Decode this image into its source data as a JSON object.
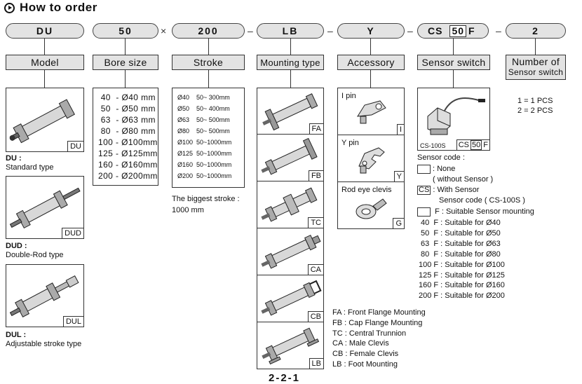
{
  "title": "How to order",
  "code": {
    "model": "DU",
    "bore": "50",
    "times": "×",
    "stroke": "200",
    "dash": "–",
    "mounting": "LB",
    "accessory": "Y",
    "sensor_cs": "CS",
    "sensor_size": "50",
    "sensor_f": "F",
    "count": "2"
  },
  "headers": {
    "model": "Model",
    "bore": "Bore size",
    "stroke": "Stroke",
    "mounting": "Mounting type",
    "accessory": "Accessory",
    "sensor": "Sensor switch",
    "count_line1": "Number of",
    "count_line2": "Sensor switch"
  },
  "models": [
    {
      "tag": "DU",
      "code": "DU :",
      "desc": "Standard type"
    },
    {
      "tag": "DUD",
      "code": "DUD :",
      "desc": "Double-Rod type"
    },
    {
      "tag": "DUL",
      "code": "DUL :",
      "desc": "Adjustable stroke type"
    }
  ],
  "bore_rows": [
    " 40  - Ø40 mm",
    " 50  - Ø50 mm",
    " 63  - Ø63 mm",
    " 80  - Ø80 mm",
    "100 - Ø100mm",
    "125 - Ø125mm",
    "160 - Ø160mm",
    "200 - Ø200mm"
  ],
  "stroke_rows": [
    "Ø40    50~ 300mm",
    "Ø50    50~ 400mm",
    "Ø63    50~ 500mm",
    "Ø80    50~ 500mm",
    "Ø100  50~1000mm",
    "Ø125  50~1000mm",
    "Ø160  50~1000mm",
    "Ø200  50~1000mm"
  ],
  "stroke_note_1": "The biggest stroke :",
  "stroke_note_2": "1000 mm",
  "mounting_tags": [
    "FA",
    "FB",
    "TC",
    "CA",
    "CB",
    "LB"
  ],
  "mounting_legend": [
    "FA : Front Flange Mounting",
    "FB : Cap Flange Mounting",
    "TC : Central Trunnion",
    "CA : Male Clevis",
    "CB : Female Clevis",
    "LB : Foot Mounting"
  ],
  "accessories": [
    {
      "label": "I pin",
      "tag": "I"
    },
    {
      "label": "Y pin",
      "tag": "Y"
    },
    {
      "label": "Rod eye clevis",
      "tag": "G"
    }
  ],
  "sensor": {
    "model_label": "CS-100S",
    "tag_cs": "CS",
    "tag_size": "50",
    "tag_f": "F",
    "code_title": "Sensor code :",
    "none_1": ": None",
    "none_2": "( without Sensor )",
    "with_cs": "CS",
    "with_1": ": With Sensor",
    "with_2": "Sensor code ( CS-100S )",
    "suitable": "F : Suitable Sensor mounting",
    "list": [
      " 40  F : Suitable for Ø40",
      " 50  F : Suitable for Ø50",
      " 63  F : Suitable for Ø63",
      " 80  F : Suitable for Ø80",
      "100 F : Suitable for Ø100",
      "125 F : Suitable for Ø125",
      "160 F : Suitable for Ø160",
      "200 F : Suitable for Ø200"
    ]
  },
  "count_options": [
    "1 = 1 PCS",
    "2 = 2 PCS"
  ],
  "page_number": "2-2-1"
}
